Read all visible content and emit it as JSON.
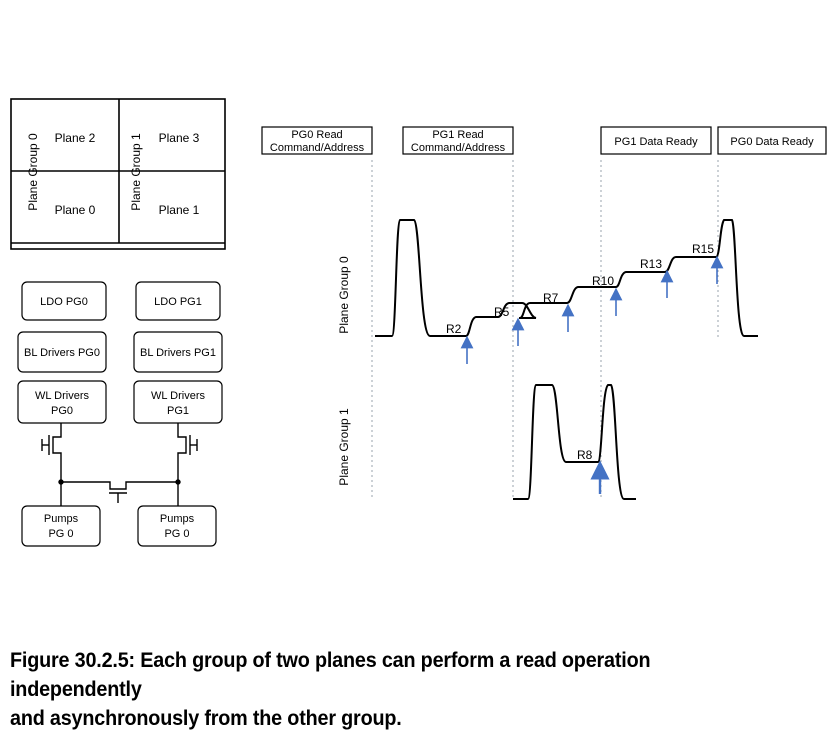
{
  "plane_array": {
    "group_left_label": "Plane Group 0",
    "group_right_label": "Plane Group 1",
    "plane_top_left": "Plane 2",
    "plane_bottom_left": "Plane 0",
    "plane_top_right": "Plane 3",
    "plane_bottom_right": "Plane 1"
  },
  "circuit": {
    "ldo_left": "LDO PG0",
    "ldo_right": "LDO PG1",
    "bl_left": "BL Drivers PG0",
    "bl_right": "BL Drivers PG1",
    "wl_left_line1": "WL Drivers",
    "wl_left_line2": "PG0",
    "wl_right_line1": "WL Drivers",
    "wl_right_line2": "PG1",
    "pump_left_line1": "Pumps",
    "pump_left_line2": "PG 0",
    "pump_right_line1": "Pumps",
    "pump_right_line2": "PG 0"
  },
  "timing": {
    "events": {
      "pg0_read_line1": "PG0 Read",
      "pg0_read_line2": "Command/Address",
      "pg1_read_line1": "PG1 Read",
      "pg1_read_line2": "Command/Address",
      "pg1_ready": "PG1 Data Ready",
      "pg0_ready": "PG0 Data Ready"
    },
    "row_label_top": "Plane Group 0",
    "row_label_bottom": "Plane Group 1",
    "levels_pg0": [
      "R2",
      "R5",
      "R7",
      "R10",
      "R13",
      "R15"
    ],
    "levels_pg1": [
      "R8"
    ],
    "arrow_color": "#4472c4",
    "divider_color": "#9aa3ad"
  },
  "caption": {
    "line1": "Figure 30.2.5: Each group of two planes can perform a read operation independently",
    "line2": "and asynchronously from the other group."
  }
}
